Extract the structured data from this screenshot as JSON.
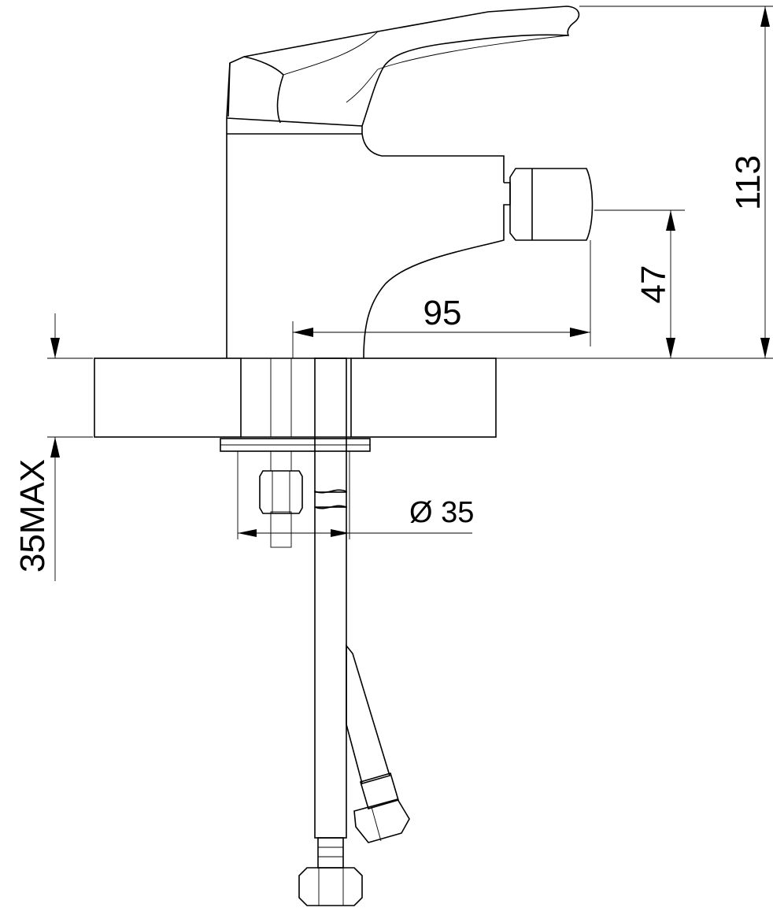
{
  "drawing": {
    "dimensions": {
      "height_total": "113",
      "spout_height": "47",
      "spout_reach": "95",
      "hole_diameter": "Ø 35",
      "max_thickness": "35MAX"
    }
  }
}
